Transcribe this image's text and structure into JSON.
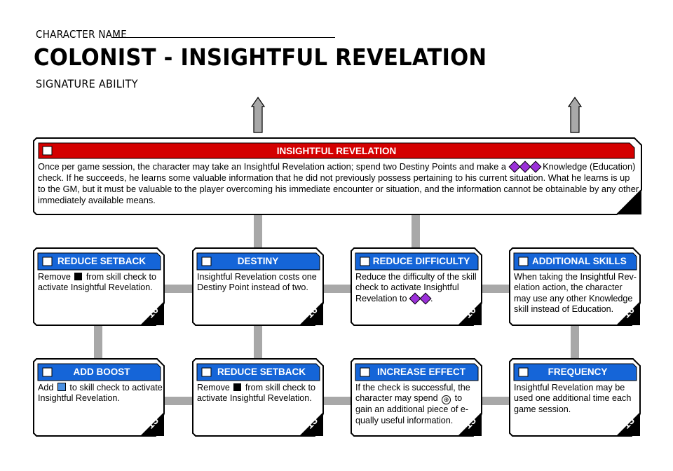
{
  "header": {
    "character_name_label": "CHARACTER NAME",
    "title": "COLONIST - INSIGHTFUL REVELATION",
    "subtitle": "SIGNATURE ABILITY"
  },
  "colors": {
    "main_header": "#d40000",
    "card_header": "#1565d8",
    "connector": "#a8a8a8",
    "upgrade_arrow": "#a8a8a8",
    "difficulty_dice": "#9b30d9",
    "boost_dice": "#4a90e2"
  },
  "main": {
    "title": "INSIGHTFUL REVELATION",
    "text_1": "Once per game session, the character may take an Insightful Revelation action; spend two Destiny Points and make a",
    "text_2": "Knowledge (Education) check. If he succeeds, he learns some valuable information that he did not previously possess pertaining to his current situation. What he learns is up to the GM, but it must be valuable to the player overcoming his immediate encounter or situation, and the information cannot be obtainable by any other immediately available means."
  },
  "row1": [
    {
      "title": "REDUCE SETBACK",
      "pre": "Remove",
      "post": "from skill check to activate Insightful Revelation.",
      "cost": "10"
    },
    {
      "title": "DESTINY",
      "text": "Insightful Revelation costs one Destiny Point instead of two.",
      "cost": "10"
    },
    {
      "title": "REDUCE DIFFICULTY",
      "pre": "Reduce the difficulty of the skill check to activate Insightful Revelation to",
      "post": ".",
      "cost": "10"
    },
    {
      "title": "ADDITIONAL SKILLS",
      "text": "When taking the Insightful Rev-elation action, the character may use any other Knowledge skill instead of Education.",
      "cost": "10"
    }
  ],
  "row2": [
    {
      "title": "ADD BOOST",
      "pre": "Add",
      "post": "to skill check to activate Insightful Revelation.",
      "cost": "15"
    },
    {
      "title": "REDUCE SETBACK",
      "pre": "Remove",
      "post": "from skill check to activate Insightful Revelation.",
      "cost": "15"
    },
    {
      "title": "INCREASE EFFECT",
      "pre": "If the check is successful, the character may spend",
      "post": "to gain an additional piece of e-qually useful information.",
      "cost": "15"
    },
    {
      "title": "FREQUENCY",
      "text": "Insightful Revelation may be used one additional time each game session.",
      "cost": "15"
    }
  ]
}
